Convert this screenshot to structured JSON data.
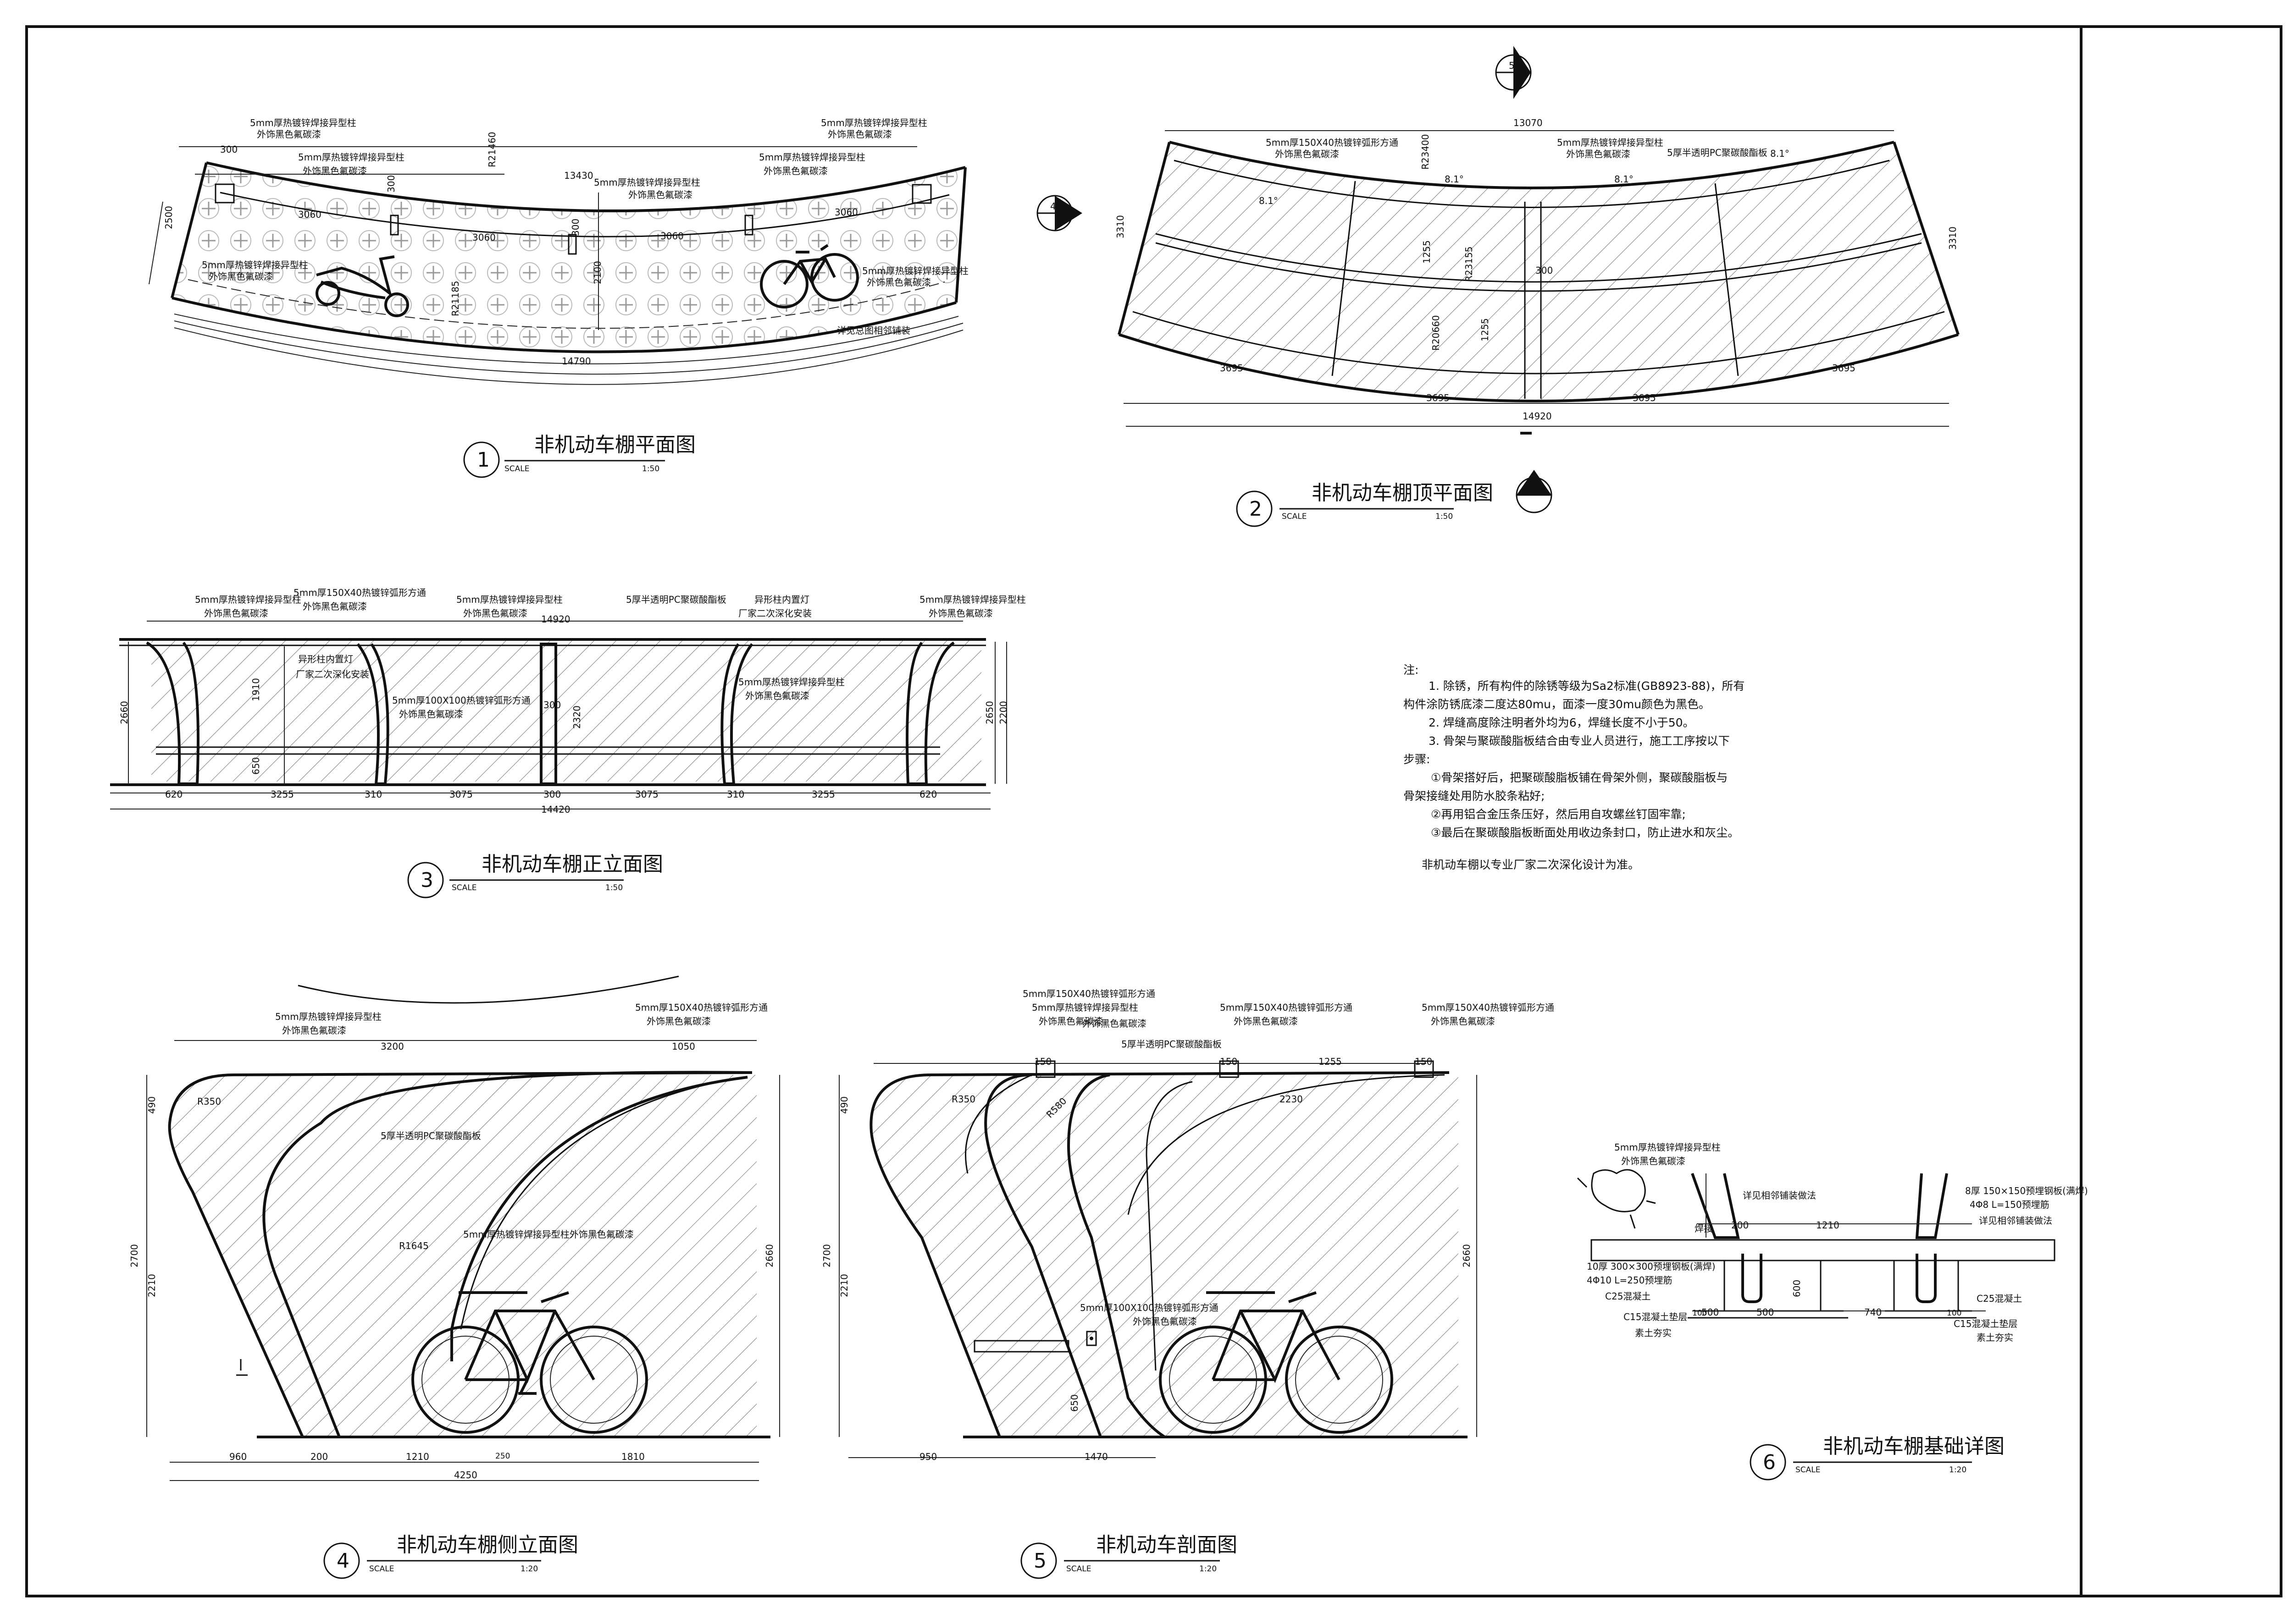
{
  "colors": {
    "line": "#111111",
    "paper": "#ffffff",
    "hatch": "#555555"
  },
  "views": {
    "v1": {
      "num": "1",
      "title": "非机动车棚平面图",
      "scale_word": "SCALE",
      "scale": "1:50",
      "labels": [
        "5mm厚热镀锌焊接异型柱",
        "外饰黑色氟碳漆",
        "5mm厚热镀锌焊接异型柱",
        "外饰黑色氟碳漆",
        "5mm厚热镀锌焊接异型柱",
        "外饰黑色氟碳漆",
        "5mm厚热镀锌焊接异型柱",
        "外饰黑色氟碳漆",
        "5mm厚热镀锌焊接异型柱",
        "外饰黑色氟碳漆",
        "5mm厚热镀锌焊接异型柱",
        "外饰黑色氟碳漆",
        "5mm厚热镀锌焊接异型柱",
        "外饰黑色氟碳漆",
        "详见总图相邻铺装"
      ],
      "dims": [
        "R21460",
        "13430",
        "2500",
        "300",
        "300",
        "3060",
        "3060",
        "3060",
        "3060",
        "300",
        "2100",
        "R21185",
        "14790"
      ]
    },
    "v2": {
      "num": "2",
      "title": "非机动车棚顶平面图",
      "scale_word": "SCALE",
      "scale": "1:50",
      "sec_top": "5",
      "sec_left": "4",
      "sec_bottom": "3",
      "labels": [
        "5mm厚150X40热镀锌弧形方通",
        "外饰黑色氟碳漆",
        "5mm厚热镀锌焊接异型柱",
        "外饰黑色氟碳漆",
        "5厚半透明PC聚碳酸酯板"
      ],
      "dims": [
        "13070",
        "8.1°",
        "8.1°",
        "8.1°",
        "8.1°",
        "R23400",
        "3310",
        "R23155",
        "1255",
        "1255",
        "R20660",
        "300",
        "3695",
        "3695",
        "3695",
        "3695",
        "14920",
        "3310"
      ]
    },
    "v3": {
      "num": "3",
      "title": "非机动车棚正立面图",
      "scale_word": "SCALE",
      "scale": "1:50",
      "labels": [
        "5mm厚热镀锌焊接异型柱",
        "外饰黑色氟碳漆",
        "5mm厚150X40热镀锌弧形方通",
        "外饰黑色氟碳漆",
        "5mm厚热镀锌焊接异型柱",
        "外饰黑色氟碳漆",
        "5厚半透明PC聚碳酸酯板",
        "异形柱内置灯",
        "厂家二次深化安装",
        "5mm厚热镀锌焊接异型柱",
        "外饰黑色氟碳漆",
        "异形柱内置灯",
        "厂家二次深化安装",
        "5mm厚100X100热镀锌弧形方通",
        "外饰黑色氟碳漆",
        "5mm厚热镀锌焊接异型柱",
        "外饰黑色氟碳漆"
      ],
      "dims": [
        "14920",
        "2660",
        "1910",
        "650",
        "300",
        "2320",
        "2650",
        "2200",
        "620",
        "3255",
        "310",
        "3075",
        "300",
        "3075",
        "310",
        "3255",
        "620",
        "14420"
      ]
    },
    "v4": {
      "num": "4",
      "title": "非机动车棚侧立面图",
      "scale_word": "SCALE",
      "scale": "1:20",
      "labels": [
        "5mm厚热镀锌焊接异型柱",
        "外饰黑色氟碳漆",
        "5mm厚150X40热镀锌弧形方通",
        "外饰黑色氟碳漆",
        "5厚半透明PC聚碳酸酯板",
        "5mm厚热镀锌焊接异型柱外饰黑色氟碳漆"
      ],
      "dims": [
        "3200",
        "1050",
        "490",
        "R350",
        "R1645",
        "2700",
        "2210",
        "2660",
        "960",
        "200",
        "1210",
        "250",
        "1810",
        "4250"
      ]
    },
    "v5": {
      "num": "5",
      "title": "非机动车剖面图",
      "scale_word": "SCALE",
      "scale": "1:20",
      "labels": [
        "5mm厚热镀锌焊接异型柱",
        "外饰黑色氟碳漆",
        "5mm厚150X40热镀锌弧形方通",
        "外饰黑色氟碳漆",
        "5厚半透明PC聚碳酸酯板",
        "5mm厚150X40热镀锌弧形方通",
        "外饰黑色氟碳漆",
        "5mm厚150X40热镀锌弧形方通",
        "外饰黑色氟碳漆",
        "5mm厚100X100热镀锌弧形方通",
        "外饰黑色氟碳漆"
      ],
      "dims": [
        "150",
        "150",
        "1255",
        "150",
        "490",
        "R350",
        "R580",
        "2230",
        "2700",
        "2210",
        "2660",
        "650",
        "950",
        "1470"
      ]
    },
    "v6": {
      "num": "6",
      "title": "非机动车棚基础详图",
      "scale_word": "SCALE",
      "scale": "1:20",
      "labels": [
        "5mm厚热镀锌焊接异型柱",
        "外饰黑色氟碳漆",
        "详见相邻铺装做法",
        "8厚 150×150预埋钢板(满焊)",
        "4Φ8 L=150预埋筋",
        "详见相邻铺装做法",
        "焊接",
        "10厚 300×300预埋钢板(满焊)",
        "4Φ10 L=250预埋筋",
        "C25混凝土",
        "C15混凝土垫层",
        "素土夯实",
        "C25混凝土",
        "C15混凝土垫层",
        "素土夯实"
      ],
      "dims": [
        "200",
        "1210",
        "500",
        "500",
        "740",
        "100",
        "100",
        "600"
      ]
    }
  },
  "notes": {
    "heading": "注:",
    "lines": [
      "1. 除锈，所有构件的除锈等级为Sa2标准(GB8923-88)，所有",
      "构件涂防锈底漆二度达80mu，面漆一度30mu颜色为黑色。",
      "2. 焊缝高度除注明者外均为6，焊缝长度不小于50。",
      "3. 骨架与聚碳酸脂板结合由专业人员进行，施工工序按以下",
      "步骤:",
      "①骨架搭好后，把聚碳酸脂板铺在骨架外侧，聚碳酸脂板与",
      "骨架接缝处用防水胶条粘好;",
      "②再用铝合金压条压好，然后用自攻螺丝钉固牢靠;",
      "③最后在聚碳酸脂板断面处用收边条封口，防止进水和灰尘。",
      "非机动车棚以专业厂家二次深化设计为准。"
    ]
  }
}
